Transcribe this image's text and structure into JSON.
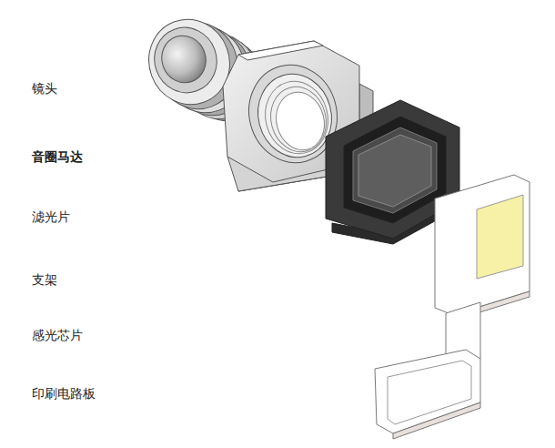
{
  "diagram": {
    "labels": [
      "镜头",
      "音圈马达",
      "滤光片",
      "支架",
      "感光芯片",
      "印刷电路板"
    ]
  }
}
